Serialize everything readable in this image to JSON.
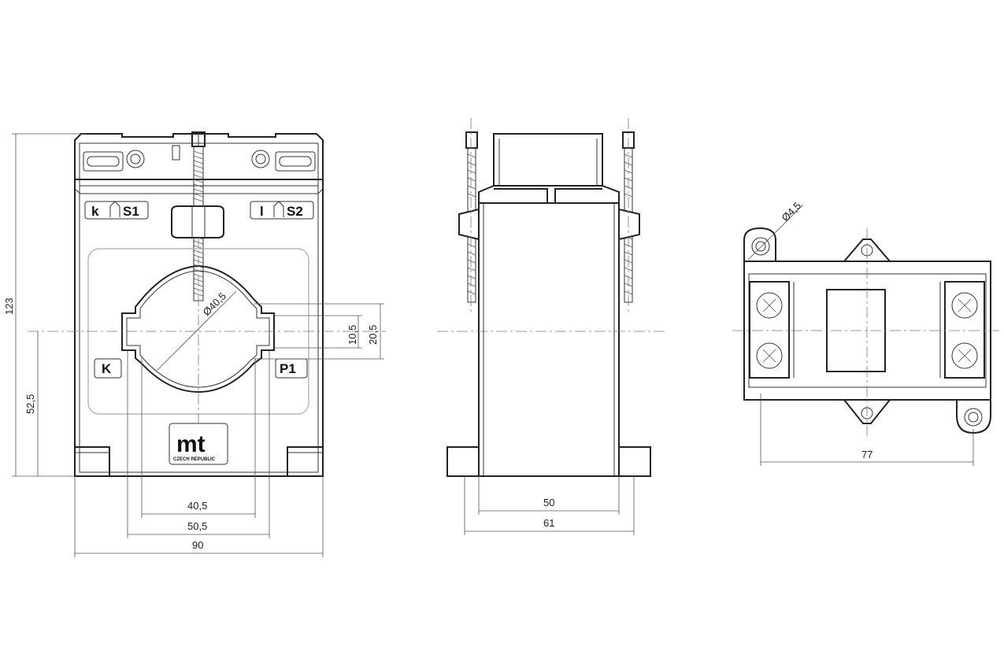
{
  "front_view": {
    "terminal_labels": {
      "s1_k": "k",
      "s1": "S1",
      "s2_l": "l",
      "s2": "S2",
      "primary_k": "K",
      "primary_p1": "P1"
    },
    "logo": {
      "mark": "mt",
      "country": "CZECH REPUBLIC"
    },
    "dimensions": {
      "aperture_diameter": "Ø40,5",
      "window_height_inner": "10,5",
      "window_height_outer": "20,5",
      "total_height": "123",
      "center_height": "52,5",
      "aperture_width": "40,5",
      "window_width": "50,5",
      "total_width": "90"
    }
  },
  "side_view": {
    "dimensions": {
      "body_depth": "50",
      "total_depth": "61"
    }
  },
  "top_view": {
    "dimensions": {
      "mount_hole_diameter": "Ø4,5",
      "mount_hole_spacing": "77"
    }
  }
}
